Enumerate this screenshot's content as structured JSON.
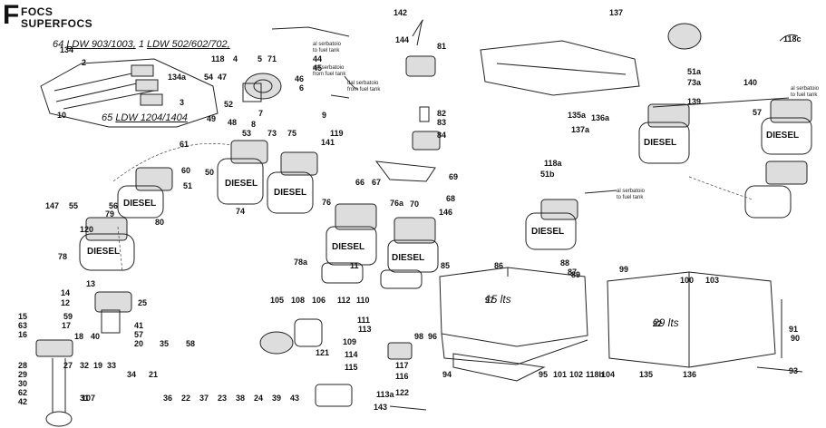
{
  "header": {
    "letter": "F",
    "line1": "FOCS",
    "line2": "SUPERFOCS"
  },
  "models": {
    "group_64": "64",
    "group_64_text": "LDW 903/1003,",
    "group_1": "1",
    "group_1_text": "LDW 502/602/702,",
    "group_65": "65",
    "group_65_text": "LDW 1204/1404"
  },
  "notes": {
    "tank_a_it": "al serbatoio",
    "tank_a_en": "to fuel tank",
    "tank_b_it": "dal serbatoio",
    "tank_b_en": "from fuel tank",
    "tank_c_it": "dal serbatoio",
    "tank_c_en": "from fuel tank",
    "tank_d_it": "al serbatoio",
    "tank_d_en": "to fuel tank",
    "tank_e_it": "al serbatoio",
    "tank_e_en": "to fuel tank"
  },
  "tanks": {
    "small": "15 lts",
    "large": "29 lts"
  },
  "filter_text": "DIESEL",
  "callouts": [
    "2",
    "134",
    "134a",
    "118",
    "4",
    "5",
    "71",
    "44",
    "45",
    "46",
    "6",
    "54",
    "47",
    "3",
    "52",
    "7",
    "8",
    "9",
    "48",
    "10",
    "49",
    "53",
    "73",
    "75",
    "141",
    "119",
    "61",
    "60",
    "51",
    "50",
    "74",
    "76",
    "66",
    "67",
    "76a",
    "70",
    "69",
    "68",
    "146",
    "147",
    "55",
    "56",
    "79",
    "80",
    "120",
    "78",
    "78a",
    "11",
    "13",
    "14",
    "25",
    "12",
    "59",
    "15",
    "63",
    "16",
    "17",
    "18",
    "40",
    "41",
    "57",
    "20",
    "35",
    "58",
    "27",
    "28",
    "29",
    "30",
    "62",
    "42",
    "31",
    "32",
    "19",
    "33",
    "34",
    "21",
    "36",
    "22",
    "37",
    "23",
    "38",
    "24",
    "39",
    "43",
    "107",
    "105",
    "108",
    "106",
    "112",
    "110",
    "111",
    "113",
    "109",
    "121",
    "114",
    "115",
    "117",
    "116",
    "122",
    "113a",
    "143",
    "142",
    "144",
    "81",
    "82",
    "83",
    "84",
    "85",
    "86",
    "15 lts",
    "88",
    "87",
    "89",
    "97",
    "98",
    "96",
    "29 lts",
    "99",
    "100",
    "103",
    "92",
    "91",
    "90",
    "93",
    "94",
    "95",
    "101",
    "102",
    "118b",
    "104",
    "135",
    "136",
    "137",
    "118c",
    "51a",
    "73a",
    "139",
    "140",
    "57",
    "137a",
    "135a",
    "136a",
    "118a",
    "51b"
  ]
}
